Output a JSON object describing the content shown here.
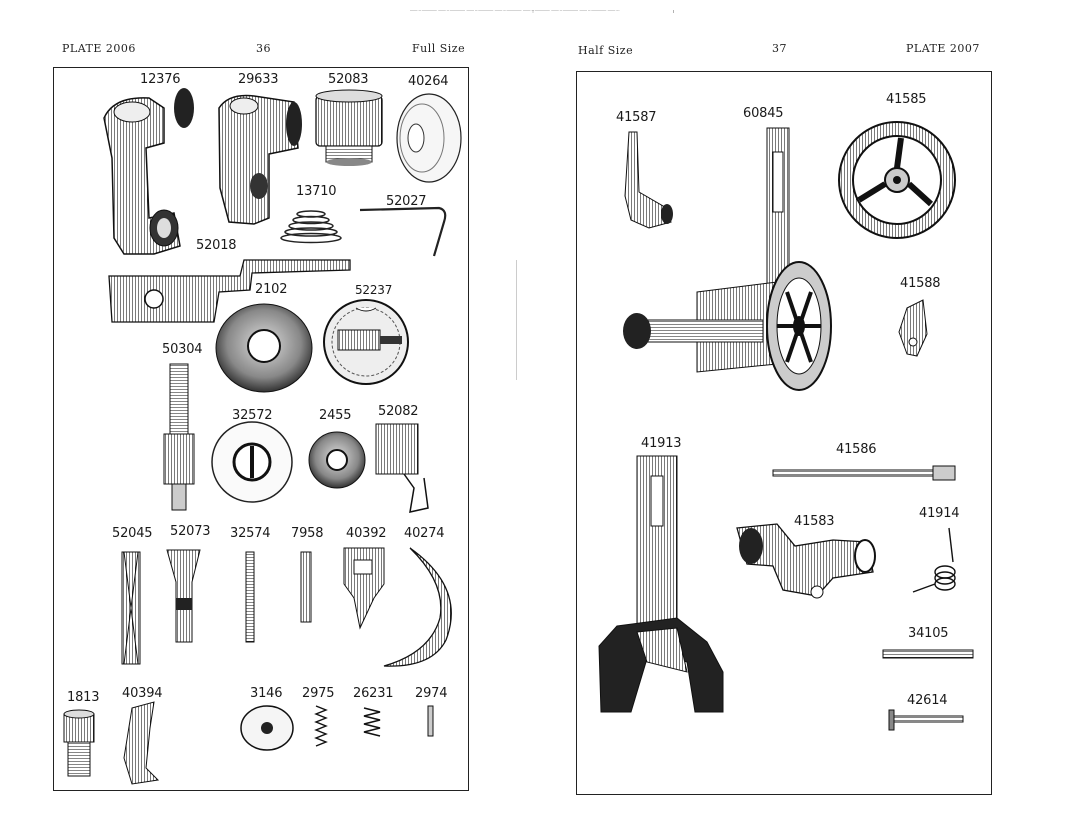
{
  "left_page": {
    "plate": "PLATE 2006",
    "page_number": "36",
    "scale": "Full Size",
    "parts": [
      {
        "id": "p12376",
        "label": "12376"
      },
      {
        "id": "p29633",
        "label": "29633"
      },
      {
        "id": "p52083",
        "label": "52083"
      },
      {
        "id": "p40264",
        "label": "40264"
      },
      {
        "id": "p13710",
        "label": "13710"
      },
      {
        "id": "p52027",
        "label": "52027"
      },
      {
        "id": "p52018",
        "label": "52018"
      },
      {
        "id": "p2102",
        "label": "2102"
      },
      {
        "id": "p52237",
        "label": "52237"
      },
      {
        "id": "p50304",
        "label": "50304"
      },
      {
        "id": "p32572",
        "label": "32572"
      },
      {
        "id": "p2455",
        "label": "2455"
      },
      {
        "id": "p52082",
        "label": "52082"
      },
      {
        "id": "p52045",
        "label": "52045"
      },
      {
        "id": "p52073",
        "label": "52073"
      },
      {
        "id": "p32574",
        "label": "32574"
      },
      {
        "id": "p7958",
        "label": "7958"
      },
      {
        "id": "p40392",
        "label": "40392"
      },
      {
        "id": "p40274",
        "label": "40274"
      },
      {
        "id": "p1813",
        "label": "1813"
      },
      {
        "id": "p40394",
        "label": "40394"
      },
      {
        "id": "p3146",
        "label": "3146"
      },
      {
        "id": "p2975",
        "label": "2975"
      },
      {
        "id": "p26231",
        "label": "26231"
      },
      {
        "id": "p2974",
        "label": "2974"
      }
    ]
  },
  "right_page": {
    "plate": "PLATE 2007",
    "page_number": "37",
    "scale": "Half Size",
    "parts": [
      {
        "id": "p41587",
        "label": "41587"
      },
      {
        "id": "p60845",
        "label": "60845"
      },
      {
        "id": "p41585",
        "label": "41585"
      },
      {
        "id": "p41588",
        "label": "41588"
      },
      {
        "id": "p41913",
        "label": "41913"
      },
      {
        "id": "p41586",
        "label": "41586"
      },
      {
        "id": "p41583",
        "label": "41583"
      },
      {
        "id": "p41914",
        "label": "41914"
      },
      {
        "id": "p34105",
        "label": "34105"
      },
      {
        "id": "p42614",
        "label": "42614"
      }
    ]
  }
}
